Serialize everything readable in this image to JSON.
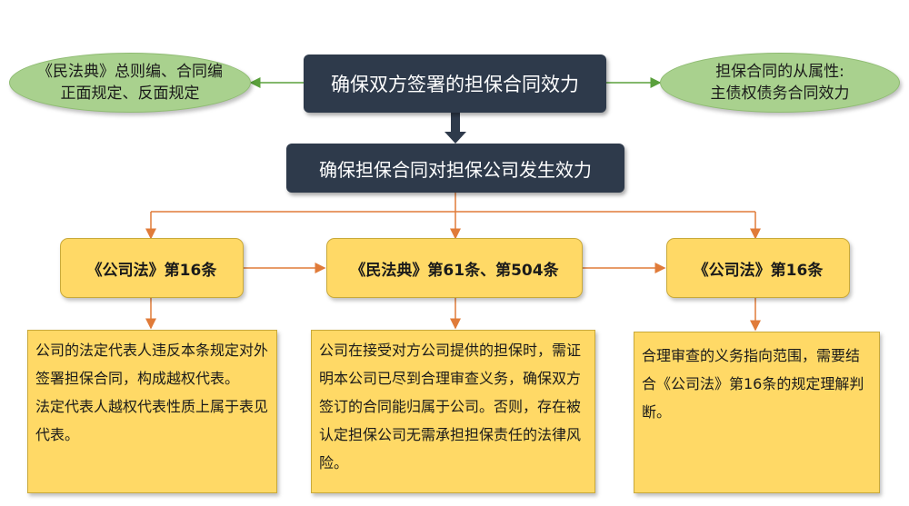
{
  "top_box": "确保双方签署的担保合同效力",
  "second_box": "确保担保合同对担保公司发生效力",
  "left_ellipse": {
    "line1": "《民法典》总则编、合同编",
    "line2": "正面规定、反面规定"
  },
  "right_ellipse": {
    "line1": "担保合同的从属性:",
    "line2": "主债权债务合同效力"
  },
  "laws": [
    {
      "label": "《公司法》第16条"
    },
    {
      "label": "《民法典》第61条、第504条"
    },
    {
      "label": "《公司法》第16条"
    }
  ],
  "notes": [
    {
      "paragraphs": [
        "公司的法定代表人违反本条规定对外签署担保合同，构成越权代表。",
        "法定代表人越权代表性质上属于表见代表。"
      ]
    },
    {
      "paragraphs": [
        "公司在接受对方公司提供的担保时，需证明本公司已尽到合理审查义务，确保双方签订的合同能归属于公司。否则，存在被认定担保公司无需承担担保责任的法律风险。"
      ]
    },
    {
      "paragraphs": [
        "合理审查的义务指向范围，需要结合《公司法》第16条的规定理解判断。"
      ]
    }
  ],
  "colors": {
    "dark_box": "#2e3a4b",
    "ellipse": "#a9d18e",
    "yellow": "#ffd966",
    "green_arrow": "#5aa03c",
    "orange_line": "#e07b39"
  }
}
